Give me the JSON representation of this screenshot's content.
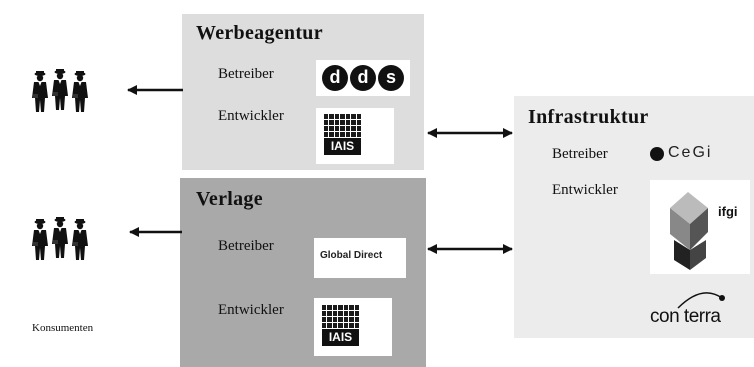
{
  "werbeagentur": {
    "title": "Werbeagentur",
    "betreiber_label": "Betreiber",
    "entwickler_label": "Entwickler",
    "betreiber_logo": "dds",
    "entwickler_logo": "IAIS"
  },
  "verlage": {
    "title": "Verlage",
    "betreiber_label": "Betreiber",
    "entwickler_label": "Entwickler",
    "betreiber_logo": "Global Direct",
    "entwickler_logo": "IAIS"
  },
  "infrastruktur": {
    "title": "Infrastruktur",
    "betreiber_label": "Betreiber",
    "entwickler_label": "Entwickler",
    "betreiber_logo": "CeGi",
    "entwickler_logos": [
      "ifgi",
      "con terra"
    ]
  },
  "konsumenten": {
    "label": "Konsumenten",
    "icon": "people-group-icon"
  },
  "colors": {
    "werbeagentur_box": "#dddddd",
    "verlage_box": "#a9a9a9",
    "infrastruktur_box": "#ececec"
  }
}
